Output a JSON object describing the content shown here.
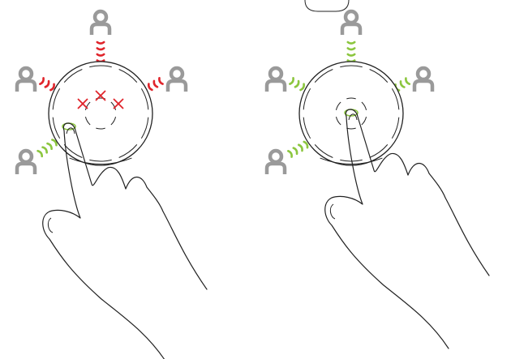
{
  "colors": {
    "blocked": "#e0242b",
    "allowed": "#8cc63f",
    "outline": "#222222",
    "person": "#9a9a9a",
    "background": "#ffffff"
  },
  "icons": {
    "person": "person-icon",
    "signal_blocked": "signal-wave-blocked-icon",
    "signal_allowed": "signal-wave-allowed-icon",
    "blocked_mark": "x-mark-icon",
    "hand": "pointing-hand-icon",
    "device": "round-device-icon"
  },
  "panels": [
    {
      "state": "blocked",
      "people": [
        {
          "position": "top",
          "signal": "blocked"
        },
        {
          "position": "left",
          "signal": "blocked"
        },
        {
          "position": "right",
          "signal": "blocked"
        },
        {
          "position": "bottom-left",
          "signal": "allowed"
        }
      ]
    },
    {
      "state": "allowed",
      "people": [
        {
          "position": "top",
          "signal": "allowed"
        },
        {
          "position": "left",
          "signal": "allowed"
        },
        {
          "position": "right",
          "signal": "allowed"
        },
        {
          "position": "bottom-left",
          "signal": "allowed"
        }
      ]
    }
  ]
}
